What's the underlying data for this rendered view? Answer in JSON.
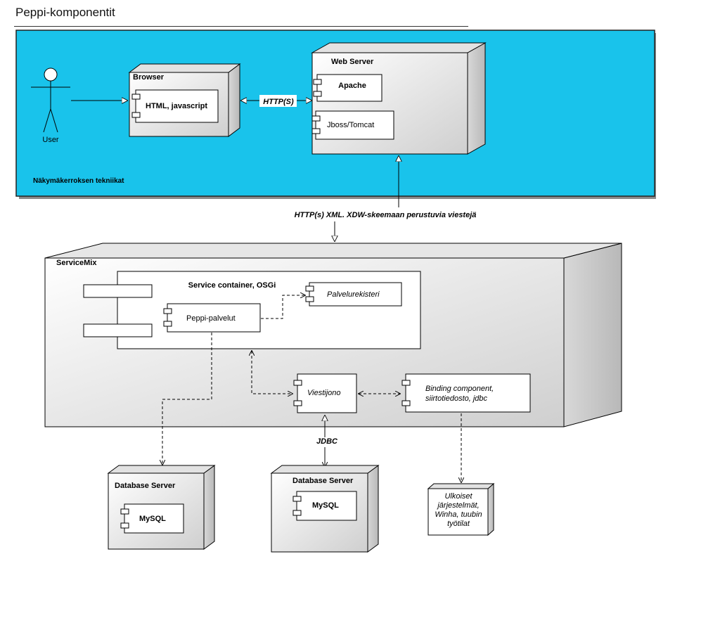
{
  "title": "Peppi-komponentit",
  "zone": {
    "label": "Näkymäkerroksen tekniikat",
    "color": "#19c3eb"
  },
  "actor": {
    "label": "User"
  },
  "browser": {
    "title": "Browser",
    "component": "HTML, javascript"
  },
  "web_server": {
    "title": "Web Server",
    "apache": "Apache",
    "jboss": "Jboss/Tomcat"
  },
  "edges": {
    "http": "HTTP(S)",
    "xml": "HTTP(s) XML. XDW-skeemaan perustuvia viestejä",
    "jdbc": "JDBC"
  },
  "servicemix": {
    "title": "ServiceMix",
    "container": "Service container, OSGi",
    "peppi": "Peppi-palvelut",
    "registry": "Palvelurekisteri",
    "queue": "Viestijono",
    "binding": [
      "Binding component,",
      "siirtotiedosto, jdbc"
    ]
  },
  "db1": {
    "title": "Database Server",
    "component": "MySQL"
  },
  "db2": {
    "title": "Database Server",
    "component": "MySQL"
  },
  "external": {
    "lines": [
      "Ulkoiset",
      "järjestelmät,",
      "Winha, tuubin",
      "työtilat"
    ]
  }
}
